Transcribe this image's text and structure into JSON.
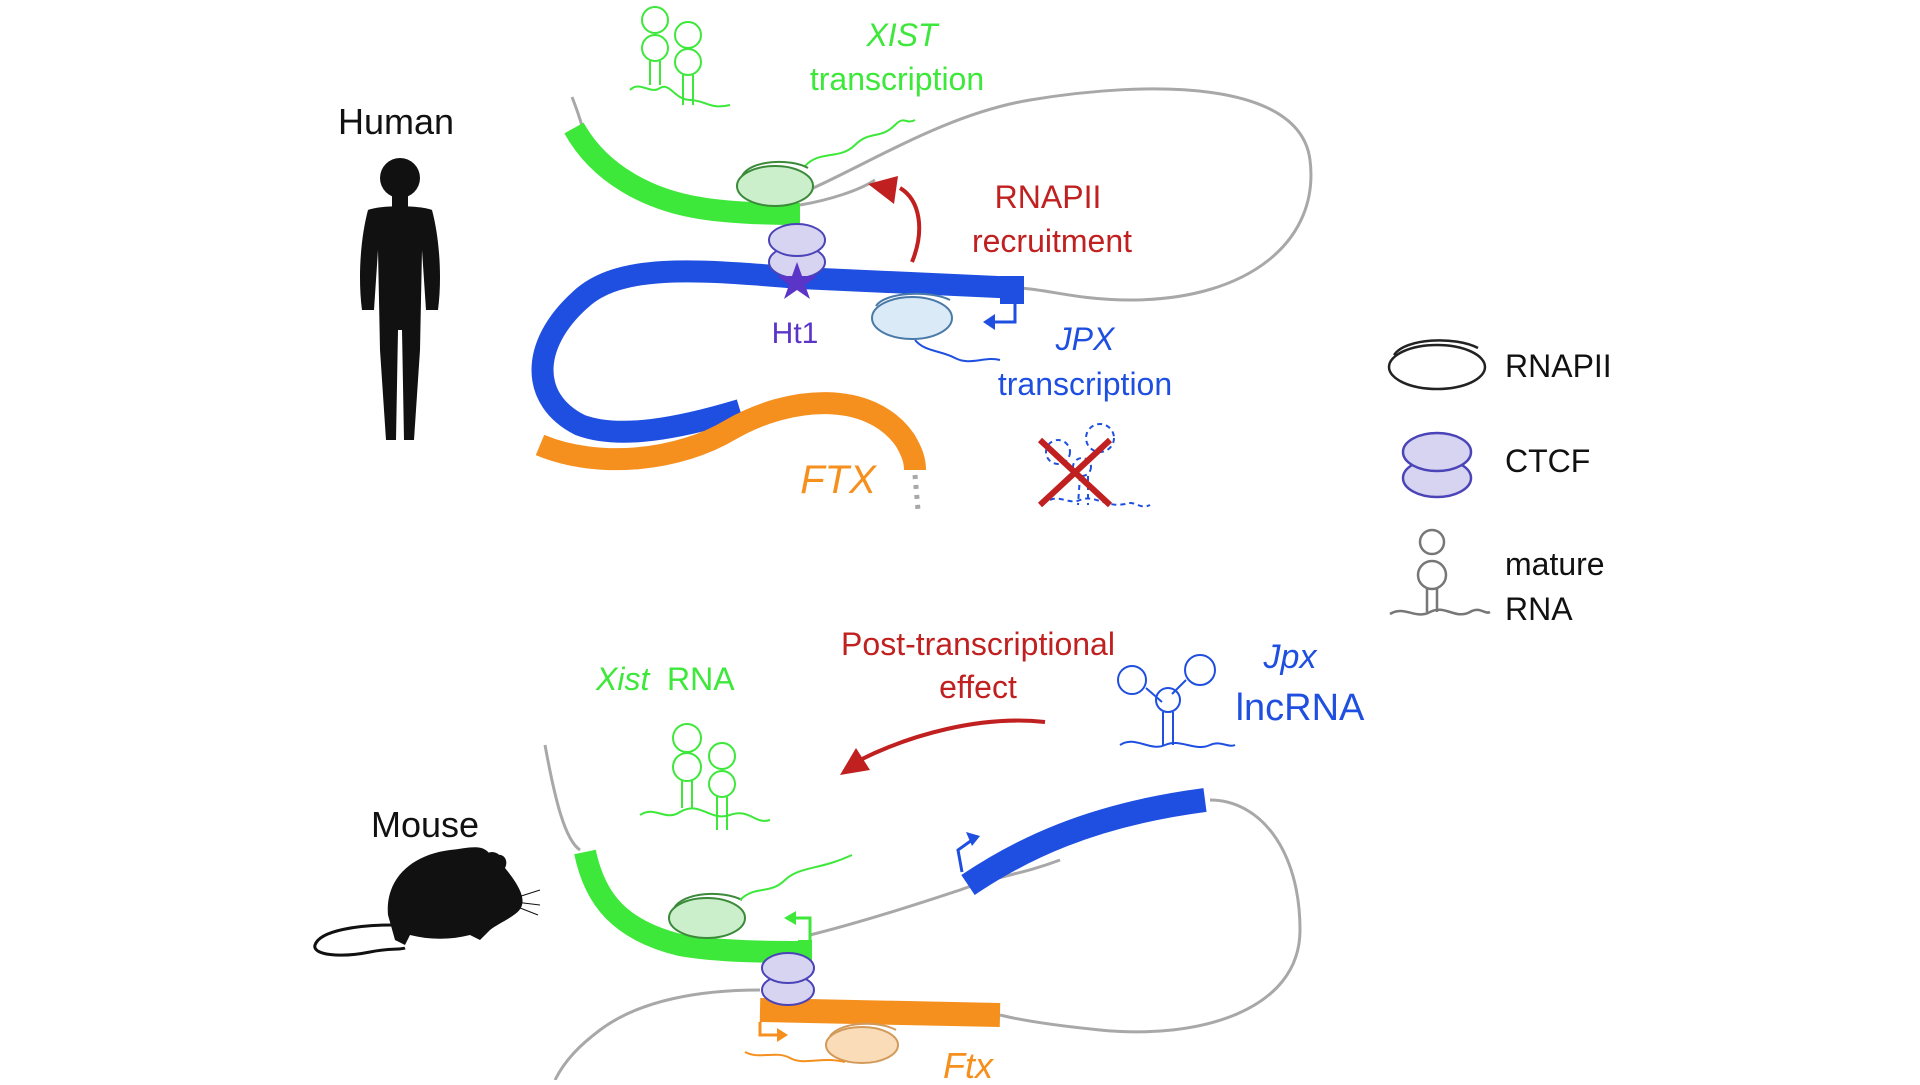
{
  "colors": {
    "xist": "#3de83a",
    "jpx": "#1f4fe0",
    "ftx": "#f5901e",
    "red": "#c0201f",
    "dna": "#a8a8a8",
    "ctcf_fill": "#d7d4f1",
    "ctcf_stroke": "#4b44b8",
    "rnapii_green": "#cbefcb",
    "rnapii_blue": "#dbeaf7",
    "rnapii_orange": "#fbdcb8",
    "star": "#5b34c8",
    "black": "#111111"
  },
  "icons": {
    "human": "human-silhouette-icon",
    "mouse": "mouse-silhouette-icon",
    "rnapii": "rnapii-icon",
    "ctcf": "ctcf-icon",
    "mature_rna": "mature-rna-icon",
    "cross": "red-x-icon",
    "star": "star-icon",
    "promoter": "promoter-arrow-icon"
  },
  "human": {
    "label": "Human",
    "xist_gene": "XIST",
    "xist_text": "transcription",
    "rnapii_line1": "RNAPII",
    "rnapii_line2": "recruitment",
    "ht1": "Ht1",
    "jpx_gene": "JPX",
    "jpx_text": "transcription",
    "ftx_gene": "FTX"
  },
  "mouse": {
    "label": "Mouse",
    "xist_gene": "Xist",
    "xist_text": "RNA",
    "post_line1": "Post-transcriptional",
    "post_line2": "effect",
    "jpx_gene": "Jpx",
    "jpx_text": "lncRNA",
    "ftx_gene": "Ftx"
  },
  "legend": {
    "rnapii": "RNAPII",
    "ctcf": "CTCF",
    "mature_line1": "mature",
    "mature_line2": "RNA"
  }
}
